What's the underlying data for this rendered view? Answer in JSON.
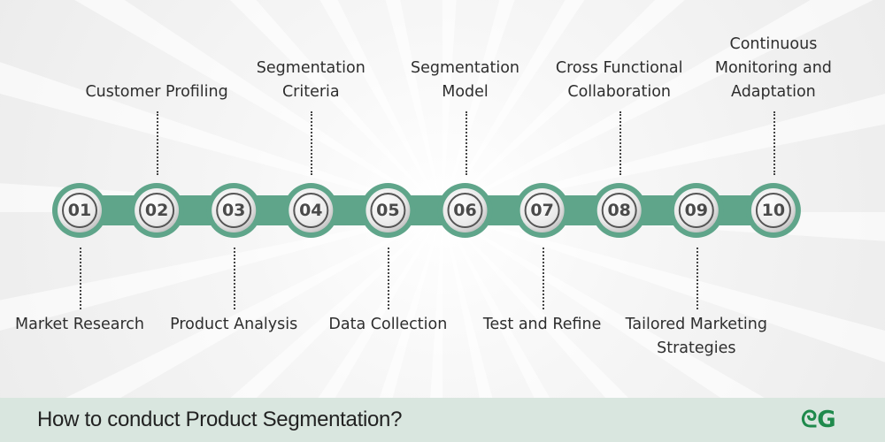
{
  "title": "How to conduct Product Segmentation?",
  "logo": "GfG",
  "colors": {
    "chain": "#5fa58a",
    "footer": "#d9e6df"
  },
  "steps": [
    {
      "num": "01",
      "label": "Market Research",
      "pos": "bottom"
    },
    {
      "num": "02",
      "label": "Customer Profiling",
      "pos": "top"
    },
    {
      "num": "03",
      "label": "Product Analysis",
      "pos": "bottom"
    },
    {
      "num": "04",
      "label": "Segmentation Criteria",
      "pos": "top"
    },
    {
      "num": "05",
      "label": "Data Collection",
      "pos": "bottom"
    },
    {
      "num": "06",
      "label": "Segmentation Model",
      "pos": "top"
    },
    {
      "num": "07",
      "label": "Test and Refine",
      "pos": "bottom"
    },
    {
      "num": "08",
      "label": "Cross Functional Collaboration",
      "pos": "top"
    },
    {
      "num": "09",
      "label": "Tailored Marketing Strategies",
      "pos": "bottom"
    },
    {
      "num": "10",
      "label": "Continuous Monitoring and Adaptation",
      "pos": "top"
    }
  ]
}
